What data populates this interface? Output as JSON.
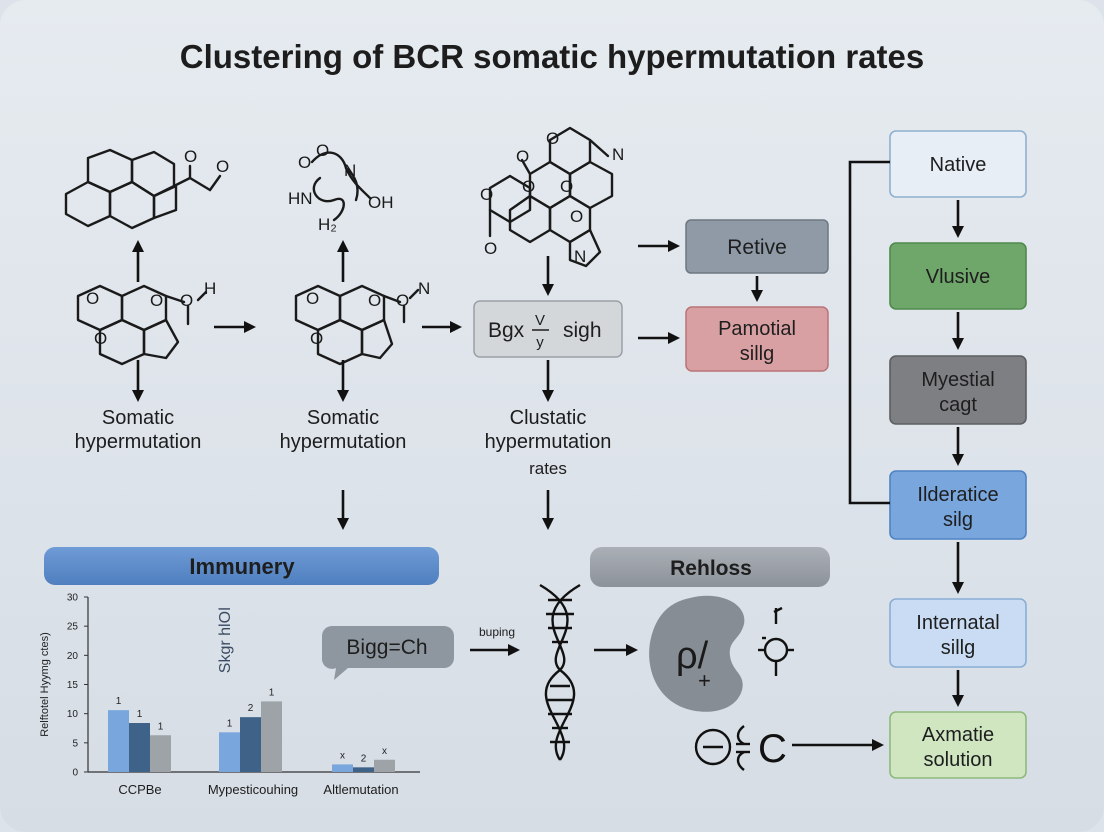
{
  "title": "Clustering of BCR somatic hypermutation rates",
  "labels": {
    "col1": [
      "Somatic",
      "hypermutation"
    ],
    "col2": [
      "Somatic",
      "hypermutation"
    ],
    "col3": [
      "Clustatic",
      "hypermutation",
      "rates"
    ]
  },
  "mid_box": {
    "main": "Bgx",
    "frac_top": "V",
    "frac_bottom": "y",
    "tail": "sigh"
  },
  "middle_boxes": {
    "retive": "Retive",
    "pamotial": [
      "Pamotial",
      "sillg"
    ]
  },
  "flow_boxes": [
    {
      "lines": [
        "Native"
      ],
      "fill": "#e8eef5",
      "stroke": "#8fb0cf"
    },
    {
      "lines": [
        "Vlusive"
      ],
      "fill": "#6fa66a",
      "stroke": "#4f8a4c"
    },
    {
      "lines": [
        "Myestial",
        "cagt"
      ],
      "fill": "#7d7f82",
      "stroke": "#5c5e61"
    },
    {
      "lines": [
        "Ilderatice",
        "silg"
      ],
      "fill": "#78a6dd",
      "stroke": "#4e83c4"
    },
    {
      "lines": [
        "Internatal",
        "sillg"
      ],
      "fill": "#c9dcf3",
      "stroke": "#8aaed6"
    },
    {
      "lines": [
        "Axmatie",
        "solution"
      ],
      "fill": "#cfe6c1",
      "stroke": "#8fb87d"
    }
  ],
  "banners": {
    "immunery": "Immunery",
    "rehloss": "Rehloss"
  },
  "bubble": "Bigg=Ch",
  "buping": "buping",
  "chart_data": {
    "type": "bar",
    "ylabel": "Relftotel Hyymg ctes)",
    "side_label": "Skgr hlOǀ",
    "ylim": [
      0,
      30
    ],
    "yticks": [
      0,
      5,
      10,
      15,
      20,
      25,
      30
    ],
    "categories": [
      "CCPBe",
      "Mypesticouhing",
      "Altlemutation"
    ],
    "series": [
      {
        "color": "#78a6dd",
        "values": [
          10.6,
          6.8,
          1.3
        ]
      },
      {
        "color": "#3f6388",
        "values": [
          8.4,
          9.4,
          0.8
        ]
      },
      {
        "color": "#9ea3a8",
        "values": [
          6.3,
          12.1,
          2.1
        ]
      }
    ],
    "bar_labels": [
      [
        "1",
        "1",
        "1"
      ],
      [
        "1",
        "2",
        "1"
      ],
      [
        "x",
        "2",
        "x"
      ]
    ]
  },
  "symbols": {
    "gear_text": "ρ/",
    "gear_plus": "+",
    "bottom_c": "C"
  }
}
